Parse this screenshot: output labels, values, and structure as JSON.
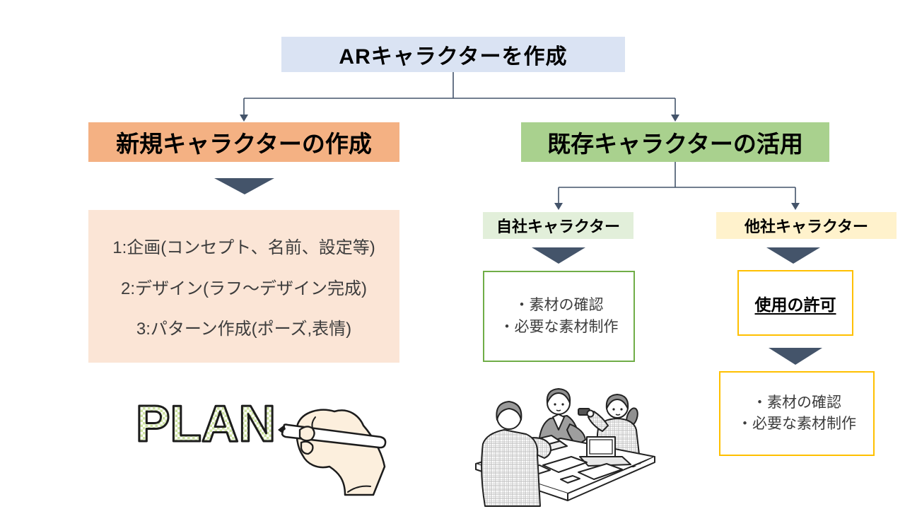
{
  "diagram": {
    "root": {
      "label": "ARキャラクターを作成"
    },
    "new_branch": {
      "title": "新規キャラクターの作成",
      "steps": [
        "1:企画(コンセプト、名前、設定等)",
        "2:デザイン(ラフ～デザイン完成)",
        "3:パターン作成(ポーズ,表情)"
      ],
      "plan_word": "PLAN"
    },
    "existing_branch": {
      "title": "既存キャラクターの活用",
      "own": {
        "label": "自社キャラクター",
        "tasks": [
          "・素材の確認",
          "・必要な素材制作"
        ]
      },
      "other": {
        "label": "他社キャラクター",
        "permission": "使用の許可",
        "tasks": [
          "・素材の確認",
          "・必要な素材制作"
        ]
      }
    },
    "colors": {
      "root_fill": "#dae3f3",
      "new_fill": "#f4b183",
      "existing_fill": "#a9d18e",
      "own_label_fill": "#e2efda",
      "other_label_fill": "#fff2cc",
      "steps_fill": "#fbe5d6",
      "connector": "#44546a",
      "own_box_border": "#70ad47",
      "other_box_border": "#ffc000",
      "plan_letter_fill": "#cde3a1",
      "hand_skin": "#fcefdd"
    }
  }
}
